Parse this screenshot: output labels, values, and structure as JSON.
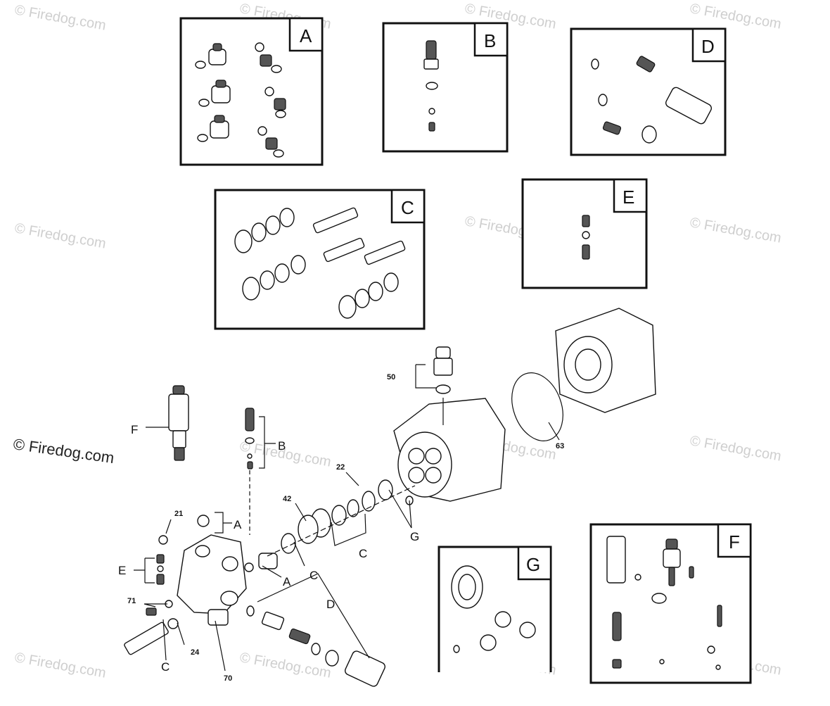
{
  "watermark": {
    "text": "© Firedog.com",
    "main_text": "© Firedog.com"
  },
  "kits": [
    {
      "id": "A",
      "letter": "A"
    },
    {
      "id": "B",
      "letter": "B"
    },
    {
      "id": "D",
      "letter": "D"
    },
    {
      "id": "C",
      "letter": "C"
    },
    {
      "id": "E",
      "letter": "E"
    },
    {
      "id": "G",
      "letter": "G"
    },
    {
      "id": "F",
      "letter": "F"
    }
  ],
  "callouts": {
    "f": "F",
    "b": "B",
    "a_top": "A",
    "c_mid": "C",
    "a_mid": "A",
    "c_left": "C",
    "e": "E",
    "g": "G",
    "d": "D",
    "c_bottom": "C",
    "n50": "50",
    "n63": "63",
    "n22": "22",
    "n42": "42",
    "n21": "21",
    "n71": "71",
    "n24": "24",
    "n70": "70"
  }
}
